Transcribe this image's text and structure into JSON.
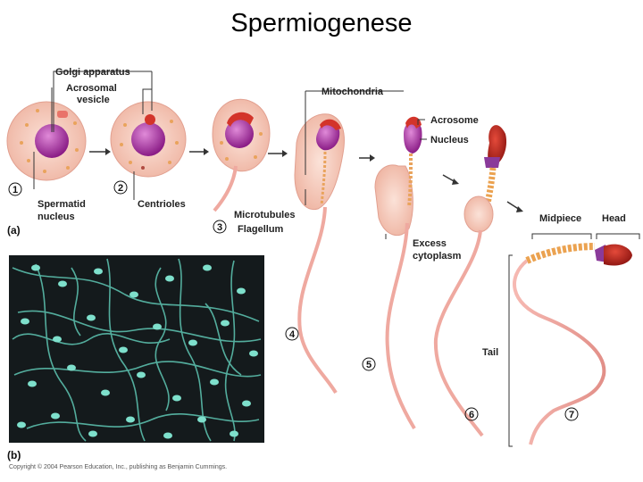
{
  "title": "Spermiogenese",
  "labels": {
    "golgi": "Golgi apparatus",
    "acrosomal_1": "Acrosomal",
    "acrosomal_2": "vesicle",
    "spermatid_1": "Spermatid",
    "spermatid_2": "nucleus",
    "centrioles": "Centrioles",
    "mitochondria": "Mitochondria",
    "microtubules": "Microtubules",
    "flagellum": "Flagellum",
    "acrosome": "Acrosome",
    "nucleus": "Nucleus",
    "excess_1": "Excess",
    "excess_2": "cytoplasm",
    "midpiece": "Midpiece",
    "head": "Head",
    "tail": "Tail"
  },
  "steps": [
    "1",
    "2",
    "3",
    "4",
    "5",
    "6",
    "7"
  ],
  "parts": {
    "a": "(a)",
    "b": "(b)"
  },
  "copyright": "Copyright © 2004 Pearson Education, Inc., publishing as Benjamin Cummings."
}
